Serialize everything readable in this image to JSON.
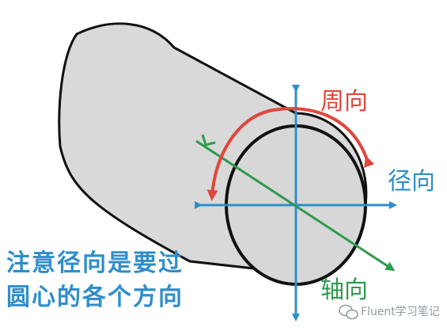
{
  "labels": {
    "circumferential": "周向",
    "radial": "径向",
    "axial": "轴向"
  },
  "note": {
    "line1": "注意径向是要过",
    "line2": "圆心的各个方向"
  },
  "watermark": {
    "text": "Fluent学习笔记",
    "icon": "wechat-icon"
  },
  "colors": {
    "cylinder_fill": "#d9d9d9",
    "outline": "#111111",
    "circumferential": "#e0463c",
    "radial": "#2f8ec9",
    "axial": "#2e9a4e"
  }
}
